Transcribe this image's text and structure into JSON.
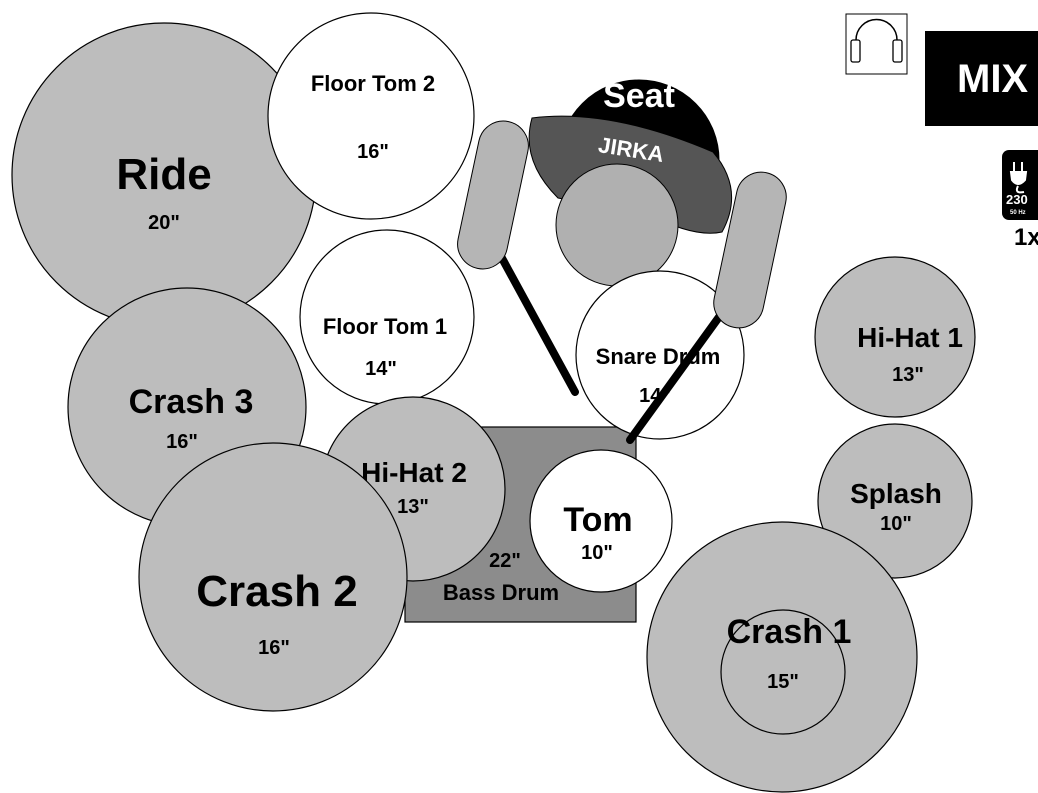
{
  "stage": {
    "ride": {
      "label": "Ride",
      "size": "20\""
    },
    "floor_tom_2": {
      "label": "Floor Tom 2",
      "size": "16\""
    },
    "floor_tom_1": {
      "label": "Floor Tom 1",
      "size": "14\""
    },
    "crash_3": {
      "label": "Crash 3",
      "size": "16\""
    },
    "crash_2": {
      "label": "Crash 2",
      "size": "16\""
    },
    "hi_hat_2": {
      "label": "Hi-Hat 2",
      "size": "13\""
    },
    "bass_drum": {
      "label": "Bass Drum",
      "size": "22\""
    },
    "tom": {
      "label": "Tom",
      "size": "10\""
    },
    "snare_drum": {
      "label": "Snare Drum",
      "size": "14\""
    },
    "hi_hat_1": {
      "label": "Hi-Hat 1",
      "size": "13\""
    },
    "splash": {
      "label": "Splash",
      "size": "10\""
    },
    "crash_1": {
      "label": "Crash 1",
      "size": "15\""
    },
    "seat": {
      "label": "Seat",
      "player": "JIRKA"
    }
  },
  "panel": {
    "headphones_icon": "headphones-icon",
    "mix_label": "MIX",
    "power": {
      "icon": "power-plug-icon",
      "voltage": "230",
      "frequency": "50 Hz",
      "count": "1x"
    }
  },
  "colors": {
    "cymbal": "#bdbdbd",
    "drum": "#ffffff",
    "bass_drum": "#8c8c8c",
    "seat": "#000000",
    "seat_band": "#555555",
    "stick_grip": "#b5b5b5"
  }
}
